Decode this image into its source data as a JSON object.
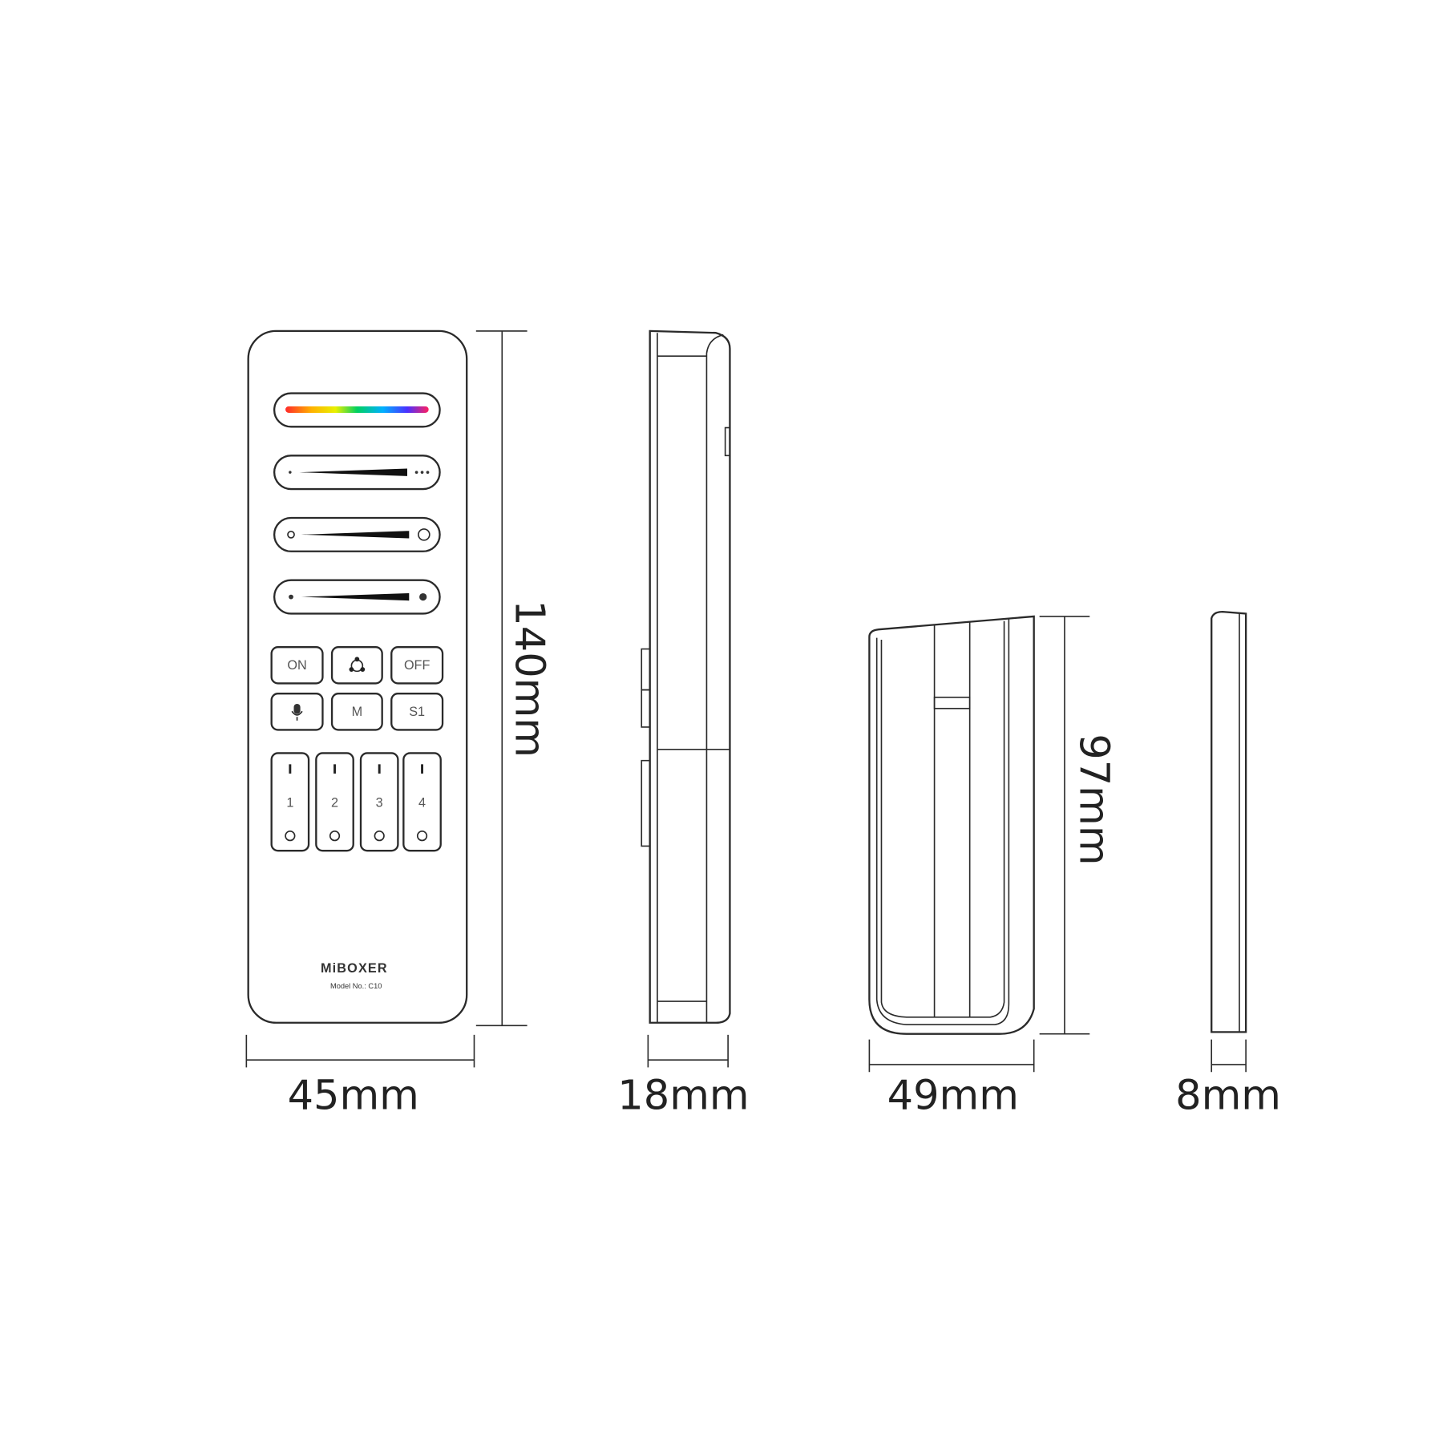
{
  "title": "Remote control dimensions",
  "dimensions": {
    "remote_height": "140mm",
    "remote_width": "45mm",
    "remote_depth": "18mm",
    "holder_height": "97mm",
    "holder_width": "49mm",
    "holder_depth": "8mm"
  },
  "remote": {
    "brand": "MiBOXER",
    "model": "Model No.: C10",
    "buttons_row1": [
      "ON",
      "mode-cycle-icon",
      "OFF"
    ],
    "buttons_row2": [
      "microphone-icon",
      "M",
      "S1"
    ],
    "zones": [
      "1",
      "2",
      "3",
      "4"
    ],
    "sliders": [
      "color-slider",
      "saturation-slider",
      "color-temperature-slider",
      "brightness-slider"
    ]
  },
  "colors": {
    "line": "#2a2a2a",
    "background": "#ffffff"
  }
}
